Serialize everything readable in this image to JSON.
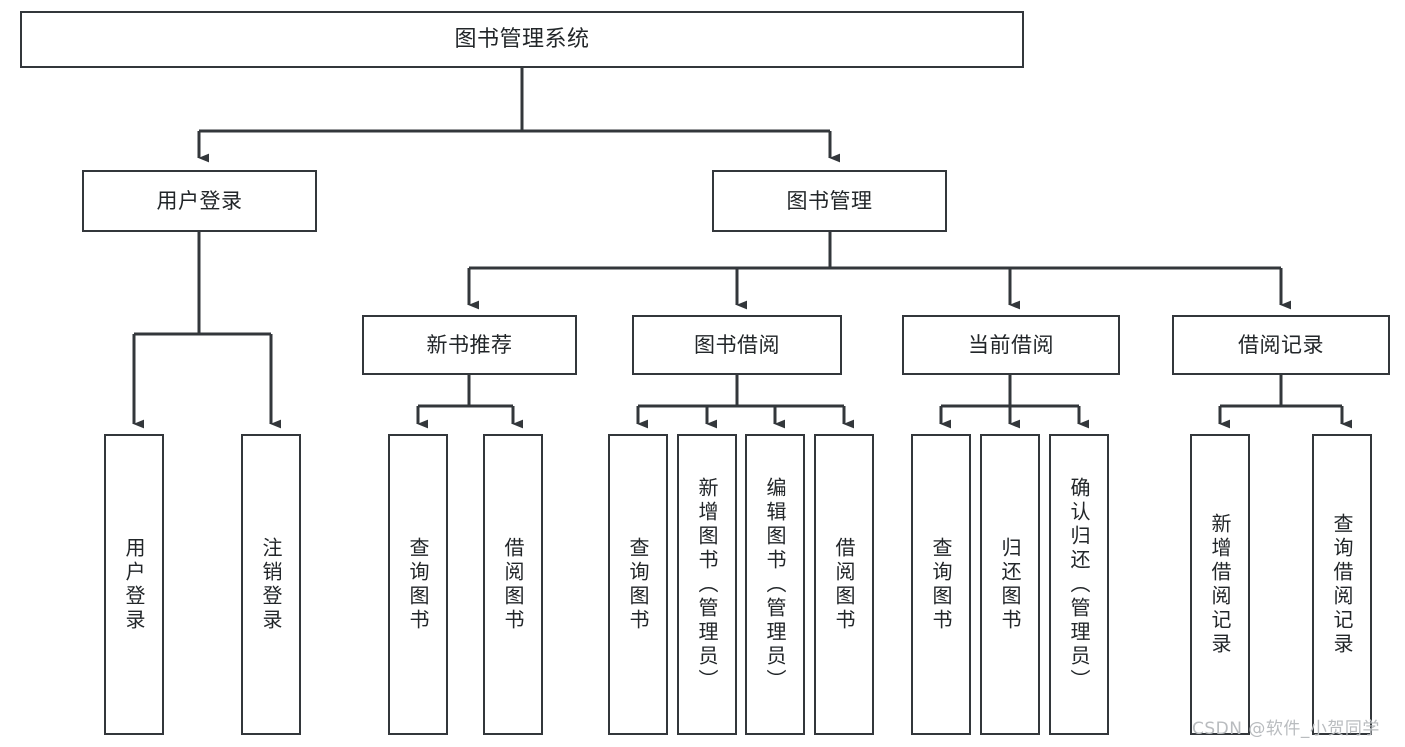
{
  "diagram": {
    "type": "tree-hierarchy-diagram",
    "title": "图书管理系统",
    "colors": {
      "box_border": "#33373b",
      "box_fill": "#ffffff",
      "connector": "#33373b",
      "text": "#222629",
      "watermark": "#b9bcbf",
      "background": "#ffffff"
    },
    "root": {
      "label": "图书管理系统"
    },
    "level2": [
      {
        "label": "用户登录"
      },
      {
        "label": "图书管理"
      }
    ],
    "level3": [
      {
        "label": "新书推荐"
      },
      {
        "label": "图书借阅"
      },
      {
        "label": "当前借阅"
      },
      {
        "label": "借阅记录"
      }
    ],
    "leaves": {
      "user_login": [
        {
          "label": "用户登录"
        },
        {
          "label": "注销登录"
        }
      ],
      "new_book_recommend": [
        {
          "label": "查询图书"
        },
        {
          "label": "借阅图书"
        }
      ],
      "book_borrow": [
        {
          "label": "查询图书"
        },
        {
          "label": "新增图书（管理员）"
        },
        {
          "label": "编辑图书（管理员）"
        },
        {
          "label": "借阅图书"
        }
      ],
      "current_borrow": [
        {
          "label": "查询图书"
        },
        {
          "label": "归还图书"
        },
        {
          "label": "确认归还（管理员）"
        }
      ],
      "borrow_record": [
        {
          "label": "新增借阅记录"
        },
        {
          "label": "查询借阅记录"
        }
      ]
    },
    "watermark": "CSDN @软件_小贺同学"
  }
}
